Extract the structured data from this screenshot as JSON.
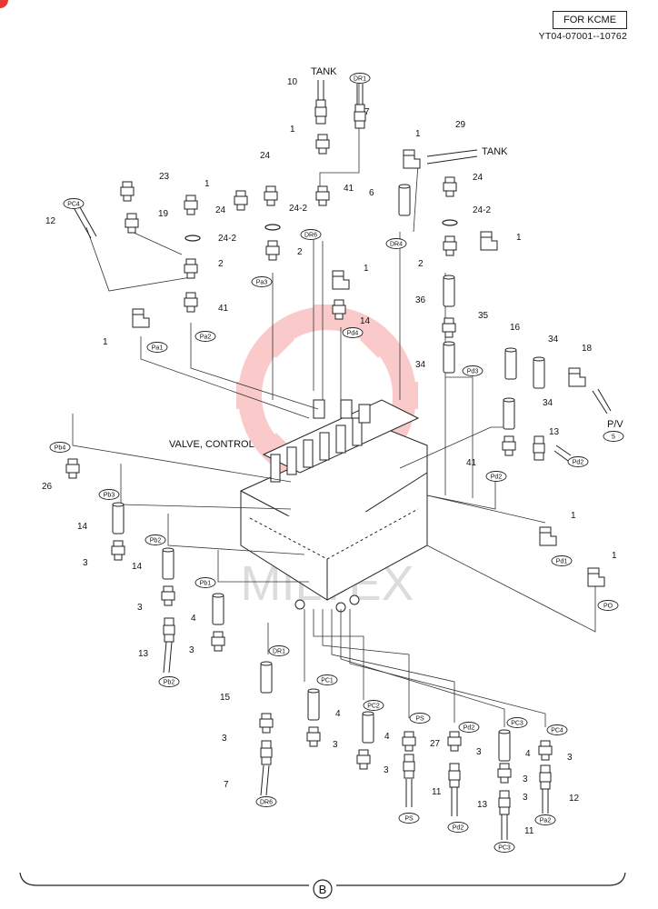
{
  "header": {
    "model_label": "FOR KCME",
    "serial_range": "YT04-07001--10762"
  },
  "main_component": "VALVE, CONTROL",
  "sheet_marker": "B",
  "watermark": {
    "text": "MILTEX",
    "color": "#f6a0a0"
  },
  "tank_labels": [
    "TANK",
    "TANK"
  ],
  "pv_label": "P/V",
  "ports": [
    {
      "id": "p01",
      "text": "DR1"
    },
    {
      "id": "p02",
      "text": "PC4"
    },
    {
      "id": "p03",
      "text": "DR6"
    },
    {
      "id": "p04",
      "text": "Pa3"
    },
    {
      "id": "p05",
      "text": "DR4"
    },
    {
      "id": "p06",
      "text": "Pd4"
    },
    {
      "id": "p07",
      "text": "Pa1"
    },
    {
      "id": "p08",
      "text": "Pa2"
    },
    {
      "id": "p09",
      "text": "Pd3"
    },
    {
      "id": "p10",
      "text": "Pb4"
    },
    {
      "id": "p11",
      "text": "Pb3"
    },
    {
      "id": "p12",
      "text": "Pd2"
    },
    {
      "id": "p13",
      "text": "Pd2"
    },
    {
      "id": "p14",
      "text": "5"
    },
    {
      "id": "p15",
      "text": "Pb2"
    },
    {
      "id": "p16",
      "text": "Pd1"
    },
    {
      "id": "p17",
      "text": "Pb1"
    },
    {
      "id": "p18",
      "text": "PO"
    },
    {
      "id": "p19",
      "text": "DR1"
    },
    {
      "id": "p20",
      "text": "Pb2"
    },
    {
      "id": "p21",
      "text": "PC1"
    },
    {
      "id": "p22",
      "text": "PC2"
    },
    {
      "id": "p23",
      "text": "PS"
    },
    {
      "id": "p24",
      "text": "Pd2"
    },
    {
      "id": "p25",
      "text": "PC3"
    },
    {
      "id": "p26",
      "text": "PC4"
    },
    {
      "id": "p27",
      "text": "DR6"
    },
    {
      "id": "p28",
      "text": "PS"
    },
    {
      "id": "p29",
      "text": "Pd2"
    },
    {
      "id": "p30",
      "text": "Pa2"
    },
    {
      "id": "p31",
      "text": "PC3"
    }
  ],
  "callouts": [
    {
      "id": "c01",
      "text": "10"
    },
    {
      "id": "c02",
      "text": "7"
    },
    {
      "id": "c03",
      "text": "1"
    },
    {
      "id": "c04",
      "text": "29"
    },
    {
      "id": "c05",
      "text": "1"
    },
    {
      "id": "c06",
      "text": "24"
    },
    {
      "id": "c07",
      "text": "41"
    },
    {
      "id": "c08",
      "text": "24-2"
    },
    {
      "id": "c09",
      "text": "6"
    },
    {
      "id": "c10",
      "text": "24"
    },
    {
      "id": "c11",
      "text": "24-2"
    },
    {
      "id": "c12",
      "text": "23"
    },
    {
      "id": "c13",
      "text": "1"
    },
    {
      "id": "c14",
      "text": "19"
    },
    {
      "id": "c15",
      "text": "24"
    },
    {
      "id": "c16",
      "text": "24-2"
    },
    {
      "id": "c17",
      "text": "12"
    },
    {
      "id": "c18",
      "text": "2"
    },
    {
      "id": "c19",
      "text": "2"
    },
    {
      "id": "c20",
      "text": "2"
    },
    {
      "id": "c21",
      "text": "1"
    },
    {
      "id": "c22",
      "text": "1"
    },
    {
      "id": "c23",
      "text": "36"
    },
    {
      "id": "c24",
      "text": "41"
    },
    {
      "id": "c25",
      "text": "14"
    },
    {
      "id": "c26",
      "text": "35"
    },
    {
      "id": "c27",
      "text": "1"
    },
    {
      "id": "c28",
      "text": "16"
    },
    {
      "id": "c29",
      "text": "34"
    },
    {
      "id": "c30",
      "text": "18"
    },
    {
      "id": "c31",
      "text": "34"
    },
    {
      "id": "c32",
      "text": "34"
    },
    {
      "id": "c33",
      "text": "13"
    },
    {
      "id": "c34",
      "text": "41"
    },
    {
      "id": "c35",
      "text": "26"
    },
    {
      "id": "c36",
      "text": "14"
    },
    {
      "id": "c37",
      "text": "3"
    },
    {
      "id": "c38",
      "text": "1"
    },
    {
      "id": "c39",
      "text": "14"
    },
    {
      "id": "c40",
      "text": "1"
    },
    {
      "id": "c41",
      "text": "3"
    },
    {
      "id": "c42",
      "text": "4"
    },
    {
      "id": "c43",
      "text": "13"
    },
    {
      "id": "c44",
      "text": "3"
    },
    {
      "id": "c45",
      "text": "15"
    },
    {
      "id": "c46",
      "text": "4"
    },
    {
      "id": "c47",
      "text": "3"
    },
    {
      "id": "c48",
      "text": "4"
    },
    {
      "id": "c49",
      "text": "27"
    },
    {
      "id": "c50",
      "text": "3"
    },
    {
      "id": "c51",
      "text": "4"
    },
    {
      "id": "c52",
      "text": "3"
    },
    {
      "id": "c53",
      "text": "3"
    },
    {
      "id": "c54",
      "text": "3"
    },
    {
      "id": "c55",
      "text": "7"
    },
    {
      "id": "c56",
      "text": "3"
    },
    {
      "id": "c57",
      "text": "11"
    },
    {
      "id": "c58",
      "text": "13"
    },
    {
      "id": "c59",
      "text": "12"
    },
    {
      "id": "c60",
      "text": "3"
    },
    {
      "id": "c61",
      "text": "11"
    }
  ]
}
